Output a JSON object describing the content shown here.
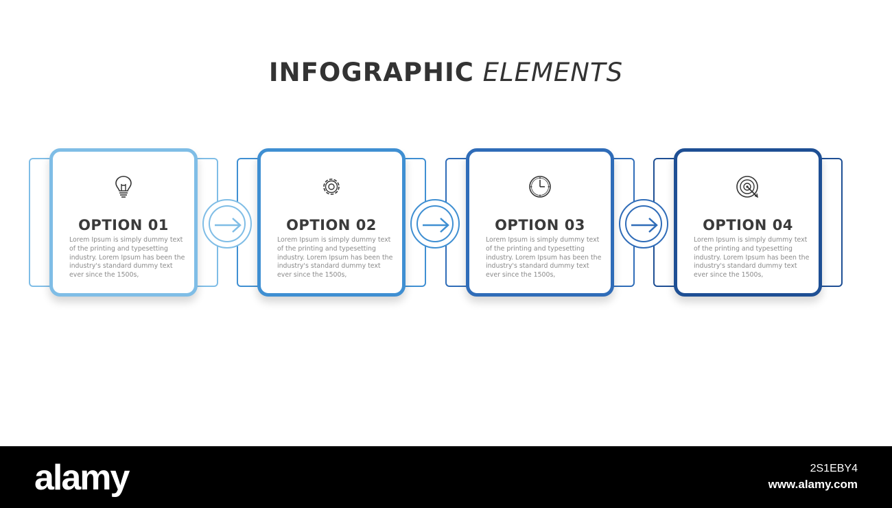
{
  "title": {
    "bold": "INFOGRAPHIC",
    "light": "ELEMENTS"
  },
  "colors": {
    "step1": "#7fbde6",
    "step2": "#3f8fd2",
    "step3": "#2f6cb8",
    "step4": "#1e4f94",
    "text": "#333333"
  },
  "steps": [
    {
      "title": "OPTION 01",
      "icon": "lightbulb-icon",
      "desc": "Lorem Ipsum is simply dummy text of the printing and typesetting industry. Lorem Ipsum has been the industry's standard dummy text ever since the 1500s,"
    },
    {
      "title": "OPTION 02",
      "icon": "gear-icon",
      "desc": "Lorem Ipsum is simply dummy text of the printing and typesetting industry. Lorem Ipsum has been the industry's standard dummy text ever since the 1500s,"
    },
    {
      "title": "OPTION 03",
      "icon": "clock-icon",
      "desc": "Lorem Ipsum is simply dummy text of the printing and typesetting industry. Lorem Ipsum has been the industry's standard dummy text ever since the 1500s,"
    },
    {
      "title": "OPTION 04",
      "icon": "target-icon",
      "desc": "Lorem Ipsum is simply dummy text of the printing and typesetting industry. Lorem Ipsum has been the industry's standard dummy text ever since the 1500s,"
    }
  ],
  "arrows": [
    "arrow-right-icon",
    "arrow-right-icon",
    "arrow-right-icon"
  ],
  "footer": {
    "logo": "alamy",
    "image_id": "2S1EBY4",
    "site": "www.alamy.com"
  }
}
